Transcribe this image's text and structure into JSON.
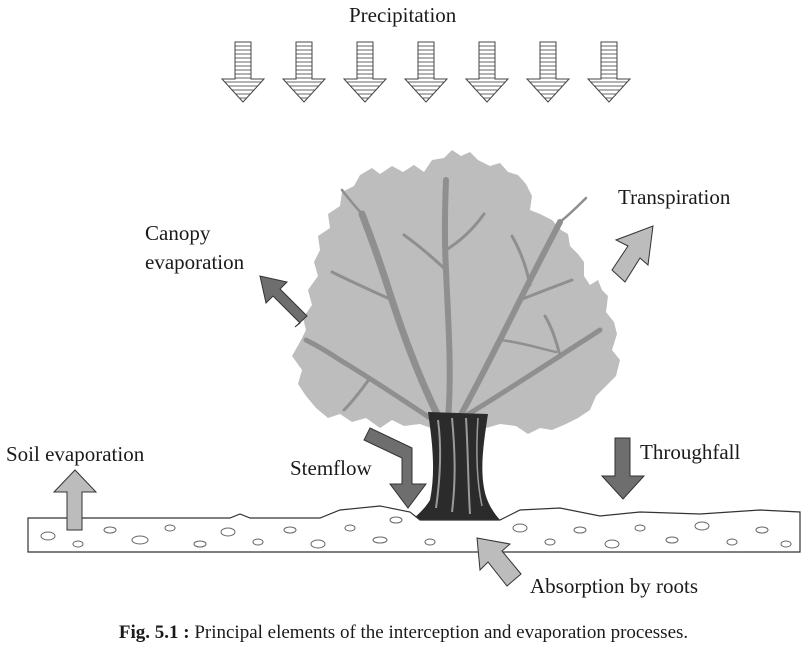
{
  "labels": {
    "precipitation": "Precipitation",
    "canopy_evaporation_line1": "Canopy",
    "canopy_evaporation_line2": "evaporation",
    "transpiration": "Transpiration",
    "soil_evaporation": "Soil evaporation",
    "stemflow": "Stemflow",
    "throughfall": "Throughfall",
    "absorption_by_roots": "Absorption by roots"
  },
  "caption": {
    "number": "Fig. 5.1 :",
    "text": " Principal elements of the interception and evaporation processes."
  },
  "colors": {
    "canopy": "#bdbdbd",
    "branches": "#9a9a9a",
    "trunk": "#2b2b2b",
    "dark_arrow": "#6e6e6e",
    "light_arrow": "#bcbcbc",
    "outline": "#333333"
  }
}
